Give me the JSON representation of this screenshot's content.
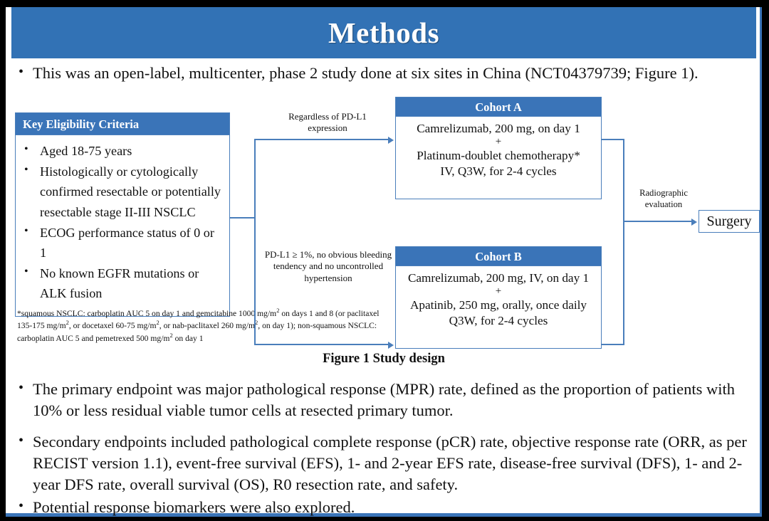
{
  "slide": {
    "title": "Methods",
    "accent_blue": "#3272B5",
    "box_blue": "#3A74B8",
    "line_blue": "#4A7EBB",
    "frame_black": "#000000"
  },
  "bullets": {
    "marker": "•",
    "intro": "This was an open-label, multicenter, phase 2 study done at six sites in China (NCT04379739; Figure 1).",
    "primary_endpoint": "The primary endpoint was major pathological response (MPR) rate, defined as the proportion of patients with 10% or less residual viable tumor cells at resected primary tumor.",
    "secondary_endpoints": "Secondary endpoints included pathological complete response (pCR) rate, objective response rate (ORR, as per RECIST version 1.1), event-free survival (EFS), 1- and 2-year EFS rate, disease-free survival (DFS), 1- and 2-year DFS rate, overall survival (OS), R0 resection rate, and safety.",
    "biomarkers": "Potential response biomarkers were also explored."
  },
  "figure": {
    "caption": "Figure 1 Study design",
    "eligibility": {
      "header": "Key  Eligibility Criteria",
      "items": [
        "Aged 18-75 years",
        "Histologically or cytologically confirmed resectable or potentially resectable stage II-III  NSCLC",
        "ECOG performance status of 0 or 1",
        "No known EGFR mutations or ALK fusion"
      ]
    },
    "footnote": {
      "line1_a": "*squamous NSCLC: carboplatin AUC 5 on day 1 and gemcitabine 1000 mg/m",
      "line1_sup": "2",
      "line1_b": " on days 1 and 8 (or paclitaxel 135-175  mg/m",
      "line2_sup": "2",
      "line2_b": ", or docetaxel 60-75 mg/m",
      "line3_sup": "2",
      "line3_b": ", or nab-paclitaxel 260 mg/m",
      "line4_sup": "2",
      "line4_b": ", on day 1); non-squamous NSCLC: carboplatin AUC 5 and pemetrexed 500 mg/m",
      "line5_sup": "2",
      "line5_b": " on day 1"
    },
    "cohort_a": {
      "header": "Cohort A",
      "line1": "Camrelizumab, 200 mg, on day 1",
      "plus": "+",
      "line2": "Platinum-doublet chemotherapy*",
      "line3": "IV, Q3W, for 2-4 cycles"
    },
    "cohort_b": {
      "header": "Cohort B",
      "line1": "Camrelizumab, 200 mg, IV, on day 1",
      "plus": "+",
      "line2": "Apatinib, 250 mg, orally, once daily",
      "line3": "Q3W, for 2-4 cycles"
    },
    "labels": {
      "regardless": "Regardless  of PD-L1 expression",
      "pdl1": "PD-L1 ≥ 1%, no obvious bleeding tendency and no uncontrolled  hypertension",
      "radiographic": "Radiographic evaluation"
    },
    "surgery": "Surgery"
  }
}
